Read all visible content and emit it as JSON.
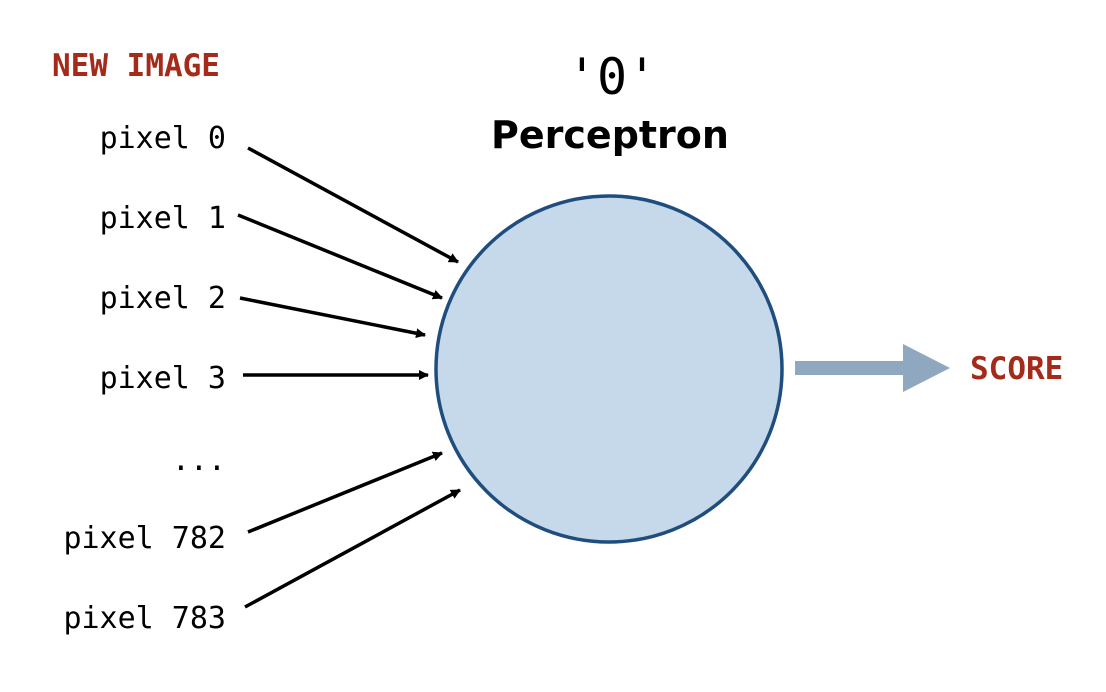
{
  "header": {
    "input_label": "NEW IMAGE",
    "class_label": "'0'",
    "node_title": "Perceptron"
  },
  "inputs": [
    "pixel 0",
    "pixel 1",
    "pixel 2",
    "pixel 3",
    "...",
    "pixel 782",
    "pixel 783"
  ],
  "output": {
    "label": "SCORE"
  },
  "colors": {
    "accent": "#a42a1a",
    "node_fill": "#c5d9eb",
    "node_stroke": "#1f4e7e",
    "output_arrow": "#8fa8c0",
    "text": "#000000"
  }
}
